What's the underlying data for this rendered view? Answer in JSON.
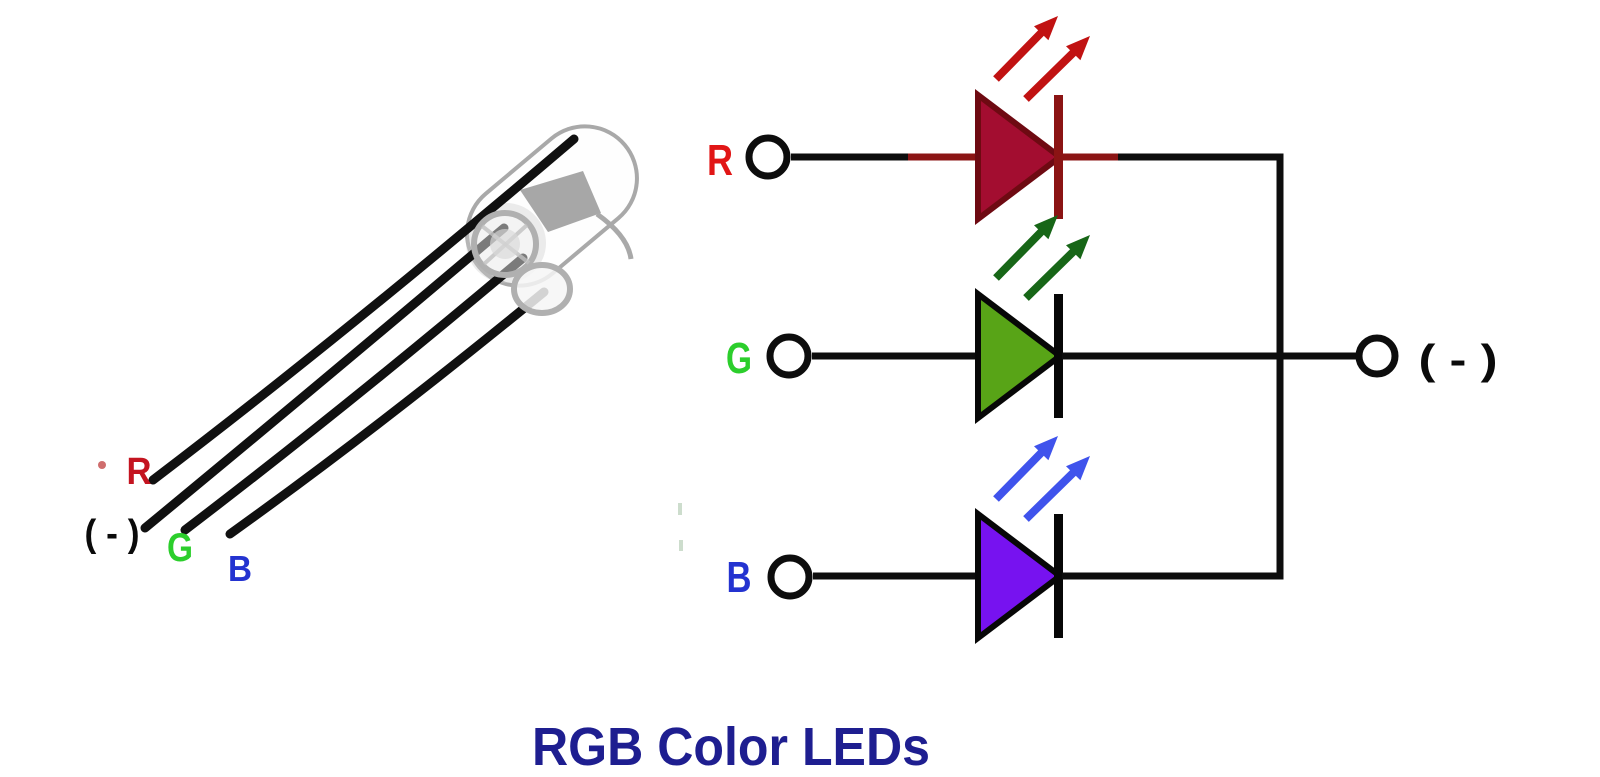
{
  "title": {
    "text": "RGB Color LEDs",
    "color": "#1e1e90"
  },
  "photo": {
    "body_gray": "#a9a9a9",
    "lead_color": "#101010",
    "labels": {
      "r": {
        "text": "R",
        "color": "#c41420"
      },
      "neg": {
        "text": "( - )",
        "color": "#0a0a0a"
      },
      "g": {
        "text": "G",
        "color": "#2cce2c"
      },
      "b": {
        "text": "B",
        "color": "#2433d0"
      }
    }
  },
  "schematic": {
    "wire_color": "#0d0d0d",
    "red_segment_color": "#8b1414",
    "rows": [
      {
        "label": "R",
        "label_color": "#e11616",
        "fill": "#a30d30",
        "border": "#6e0a12",
        "bar": "#8b1414",
        "arrow": "#c11212"
      },
      {
        "label": "G",
        "label_color": "#2cce2c",
        "fill": "#58a417",
        "border": "#070707",
        "bar": "#070707",
        "arrow": "#176617"
      },
      {
        "label": "B",
        "label_color": "#2433d0",
        "fill": "#7712f0",
        "border": "#070707",
        "bar": "#070707",
        "arrow": "#3f53ec"
      }
    ],
    "common_label": {
      "text": "( - )",
      "color": "#0a0a0a"
    }
  }
}
